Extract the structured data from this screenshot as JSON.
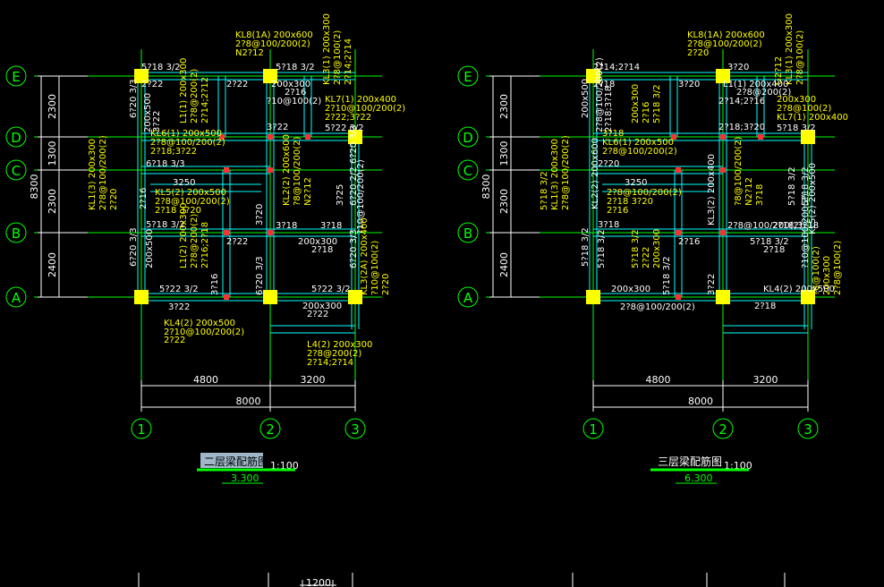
{
  "colors": {
    "axis": "#00ff00",
    "beam": "#00ffff",
    "text_white": "#ffffff",
    "text_yellow": "#ffff00",
    "column": "#ffff00",
    "marker_red": "#ff3030",
    "title_bg": "#9fb7c8"
  },
  "axes": {
    "rows": [
      "E",
      "D",
      "C",
      "B",
      "A"
    ],
    "cols": [
      "1",
      "2",
      "3"
    ],
    "row_dims": [
      "2300",
      "1300",
      "2300",
      "2400"
    ],
    "total_vertical": "8300",
    "col_dims": [
      "4800",
      "3200"
    ],
    "total_horizontal": "8000"
  },
  "plan2": {
    "title": "二层梁配筋图",
    "scale": "1:100",
    "elevation": "3.300",
    "labels": [
      "KL8(1A) 200x600",
      "2?8@100/200(2)",
      "N2?12",
      "KL3(1) 200x300",
      "2?8@100(2)",
      "2?14;2?14",
      "5?18 3/2",
      "5?18 3/2",
      "2?22",
      "2?22",
      "L1(1) 200x300",
      "2?8@200(2)",
      "2?14;2?12",
      "200x300",
      "2?16",
      "?10@100(2)",
      "KL7(1) 200x400",
      "2?10@100/200(2)",
      "2?22;3?22",
      "200x500",
      "3?22",
      "6?20 3/3",
      "KL6(1) 200x500",
      "2?8@100/200(2)",
      "2?18;3?22",
      "3?22",
      "5?22 3/2",
      "KL1(3) 200x300",
      "2?8@100/200(2)",
      "2?20",
      "6?18 3/3",
      "6?20 2/2 6?20 3/3",
      "3250",
      "3?25",
      "?10@100/200(2)",
      "KL5(2) 200x500",
      "2?8@100/200(2)",
      "2?18 3?20",
      "2?16",
      "KL2(2) 200x600",
      "?8@100/200(2)",
      "N2?12",
      "5?18 3/2",
      "3?20",
      "3?18",
      "3?18",
      "L1(2) 200x300",
      "2?8@200(2)",
      "2?16;2?18",
      "2?22",
      "200x300",
      "2?18",
      "KL3(2A) 200x400",
      "?10@100(2)",
      "2?20",
      "200x500",
      "3?16",
      "6?20 3/3",
      "6?20 3/3",
      "5?22 3/2",
      "6?20 3/3",
      "5?22 3/2",
      "3?22",
      "200x300",
      "2?22",
      "KL4(2) 200x500",
      "2?10@100/200(2)",
      "2?22",
      "L4(2) 200x300",
      "2?8@200(2)",
      "2?14;2?14"
    ]
  },
  "plan3": {
    "title": "三层梁配筋图",
    "scale": "1:100",
    "elevation": "6.300",
    "labels": [
      "KL8(1A) 200x600",
      "2?8@100/200(2)",
      "2?20",
      "G2?12",
      "KL3(1) 200x300",
      "2?8@100(2)",
      "2?14;2?14",
      "3?20",
      "3?20",
      "2?18",
      "200x300",
      "2?16",
      "5?18 3/2",
      "L1(1) 200x400",
      "2?8@200(2)",
      "2?14;2?16",
      "200x300",
      "2?8@100(2)",
      "KL7(1) 200x400",
      "2?8@100/200(2)",
      "2?18;3?18",
      "200x500",
      "3?18",
      "KL6(1) 200x500",
      "2?8@100/200(2)",
      "2?18;3?20",
      "5?18 3/2",
      "5?18 3/2",
      "KL1(3) 200x300",
      "2?8@100/200(2)",
      "2?20",
      "5?18 3/2",
      "3250",
      "5?18 3/2",
      "KL5(2) 200x500",
      "2?8@100/200(2)",
      "2?18 3?20",
      "2?16",
      "KL2(2) 200x600",
      "?8@100/200(2)",
      "N2?12",
      "3?18",
      "3?18",
      "KL3(2) 200x400",
      "2?8@100/200(2)",
      "2?18;3?18",
      "5?18 3/2",
      "2?22",
      "200x300",
      "2?16",
      "5?18 3/2",
      "2?18",
      "?8@100(2)",
      "200x300",
      "2?8@100(2)",
      "5?18 3/2",
      "5?18 3/2",
      "5?18 3/2",
      "3?22",
      "200x300",
      "?10@100/200(2)",
      "KL4(2) 200x500",
      "2?8@100/200(2)",
      "2?18"
    ]
  },
  "bottom_dim": "1200"
}
